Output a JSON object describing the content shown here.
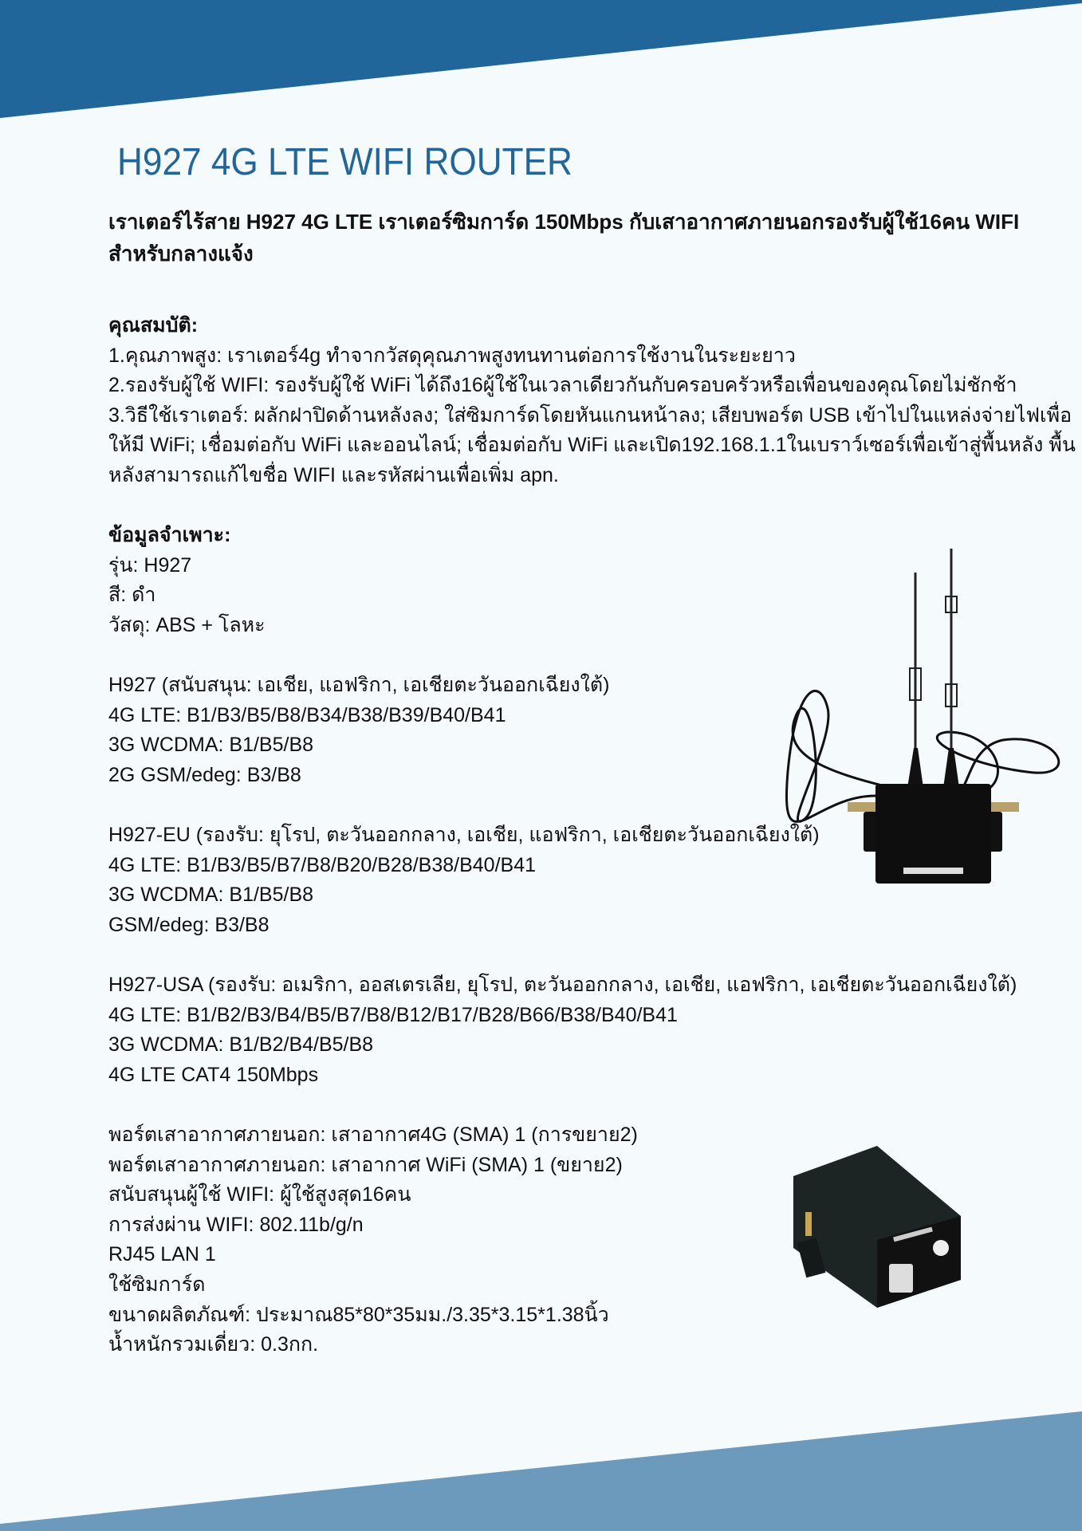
{
  "colors": {
    "top_band": "#21669b",
    "bottom_band": "#6b9abd",
    "background": "#f5fafd",
    "title": "#21669b"
  },
  "title": "H927 4G LTE WIFI ROUTER",
  "headline": "เราเตอร์ไร้สาย H927 4G LTE เราเตอร์ซิมการ์ด 150Mbps กับเสาอากาศภายนอกรองรับผู้ใช้16คน WIFI สำหรับกลางแจ้ง",
  "features": {
    "heading": "คุณสมบัติ:",
    "items": [
      "1.คุณภาพสูง: เราเตอร์4g ทำจากวัสดุคุณภาพสูงทนทานต่อการใช้งานในระยะยาว",
      "2.รองรับผู้ใช้ WIFI: รองรับผู้ใช้ WiFi ได้ถึง16ผู้ใช้ในเวลาเดียวกันกับครอบครัวหรือเพื่อนของคุณโดยไม่ชักช้า",
      "3.วิธีใช้เราเตอร์: ผลักฝาปิดด้านหลังลง; ใส่ซิมการ์ดโดยหันแกนหน้าลง; เสียบพอร์ต USB เข้าไปในแหล่งจ่ายไฟเพื่อให้มี WiFi; เชื่อมต่อกับ WiFi และออนไลน์; เชื่อมต่อกับ WiFi และเปิด192.168.1.1ในเบราว์เซอร์เพื่อเข้าสู่พื้นหลัง พื้นหลังสามารถแก้ไขชื่อ WIFI และรหัสผ่านเพื่อเพิ่ม apn."
    ]
  },
  "specs": {
    "heading": "ข้อมูลจำเพาะ:",
    "basic": [
      "รุ่น: H927",
      "สี: ดำ",
      "วัสดุ: ABS + โลหะ"
    ],
    "h927": [
      "H927 (สนับสนุน: เอเชีย, แอฟริกา, เอเชียตะวันออกเฉียงใต้)",
      "4G LTE: B1/B3/B5/B8/B34/B38/B39/B40/B41",
      "3G WCDMA: B1/B5/B8",
      "2G GSM/edeg: B3/B8"
    ],
    "eu": [
      "H927-EU (รองรับ: ยุโรป, ตะวันออกกลาง, เอเชีย, แอฟริกา, เอเชียตะวันออกเฉียงใต้)",
      "4G LTE: B1/B3/B5/B7/B8/B20/B28/B38/B40/B41",
      "3G WCDMA: B1/B5/B8",
      "GSM/edeg: B3/B8"
    ],
    "usa": [
      "H927-USA (รองรับ: อเมริกา, ออสเตรเลีย, ยุโรป, ตะวันออกกลาง, เอเชีย, แอฟริกา, เอเชียตะวันออกเฉียงใต้)",
      "4G LTE: B1/B2/B3/B4/B5/B7/B8/B12/B17/B28/B66/B38/B40/B41",
      "3G WCDMA: B1/B2/B4/B5/B8",
      "4G LTE CAT4 150Mbps"
    ],
    "other": [
      "พอร์ตเสาอากาศภายนอก: เสาอากาศ4G (SMA) 1 (การขยาย2)",
      "พอร์ตเสาอากาศภายนอก: เสาอากาศ WiFi (SMA) 1 (ขยาย2)",
      "สนับสนุนผู้ใช้ WIFI: ผู้ใช้สูงสุด16คน",
      "การส่งผ่าน WIFI: 802.11b/g/n",
      "RJ45 LAN 1",
      "ใช้ซิมการ์ด",
      "ขนาดผลิตภัณฑ์: ประมาณ85*80*35มม./3.35*3.15*1.38นิ้ว",
      "น้ำหนักรวมเดี่ยว: 0.3กก."
    ]
  }
}
